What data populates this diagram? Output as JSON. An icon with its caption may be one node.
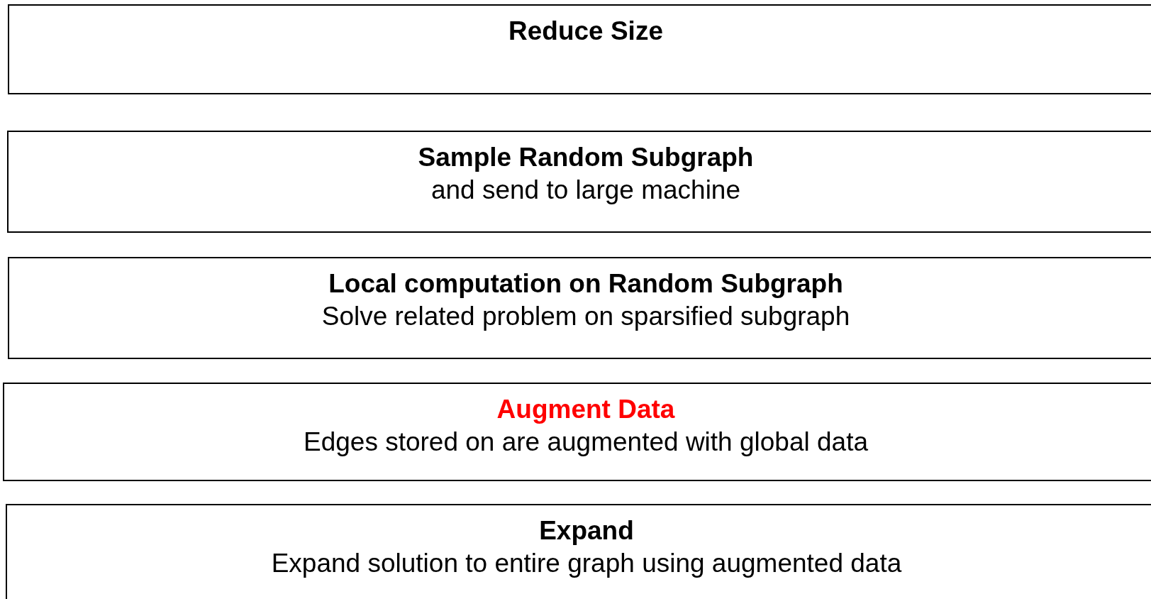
{
  "diagram": {
    "nodes": [
      {
        "text": [
          "Reduce Size"
        ]
      },
      {
        "text": [
          "Sample Random Subgraph",
          "and send to large machine"
        ]
      },
      {
        "text": [
          "Local computation on Random Subgraph",
          "Solve related problem on sparsified subgraph"
        ]
      },
      {
        "text": [
          "Augment Data",
          "Edges stored on are augmented with global data"
        ]
      },
      {
        "text": [
          "Expand",
          "Expand solution to entire graph using augmented data"
        ]
      }
    ]
  }
}
